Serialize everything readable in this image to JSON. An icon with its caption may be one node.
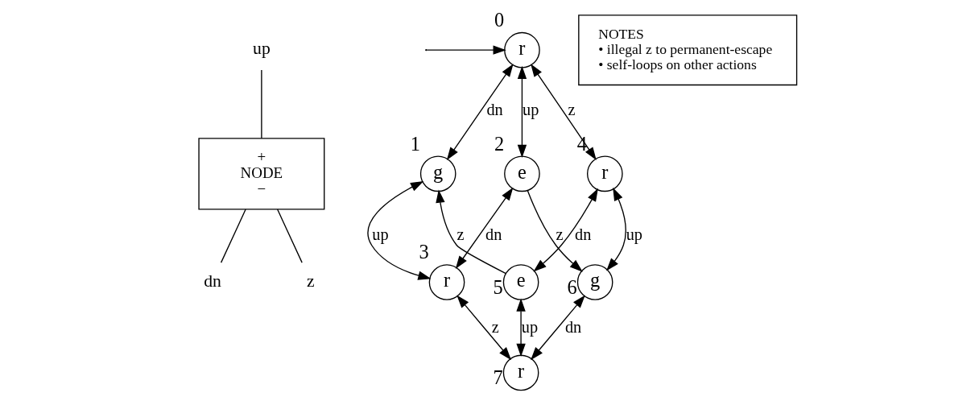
{
  "diagram": {
    "nodes": [
      {
        "text": [
          "r"
        ],
        "beside": [
          "0"
        ]
      },
      {
        "text": [
          "g"
        ],
        "beside": [
          "1"
        ]
      },
      {
        "text": [
          "e"
        ],
        "beside": [
          "2"
        ]
      },
      {
        "text": [
          "r"
        ],
        "beside": [
          "3"
        ]
      },
      {
        "text": [
          "r"
        ],
        "beside": [
          "4"
        ]
      },
      {
        "text": [
          "e"
        ],
        "beside": [
          "5"
        ]
      },
      {
        "text": [
          "g"
        ],
        "beside": [
          "6"
        ]
      },
      {
        "text": [
          "r"
        ],
        "beside": [
          "7"
        ]
      },
      {
        "text": [
          "+",
          "NODE",
          "−"
        ]
      },
      {
        "text": [
          "up"
        ]
      },
      {
        "text": [
          "dn"
        ]
      },
      {
        "text": [
          "z"
        ]
      },
      {
        "text": [
          "NOTES",
          "• illegal z to permanent-escape",
          "• self-loops on other actions"
        ]
      }
    ],
    "edges": [
      {
        "from": null,
        "to": 0,
        "arrow": "to"
      },
      {
        "from": 0,
        "to": 1,
        "label": "dn",
        "arrow": "both"
      },
      {
        "from": 0,
        "to": 4,
        "label": "z",
        "arrow": "both"
      },
      {
        "from": 0,
        "to": 2,
        "label": "up",
        "arrow": "both"
      },
      {
        "from": 5,
        "to": 1,
        "label": "z",
        "arrow": "to"
      },
      {
        "from": 2,
        "to": 6,
        "label": "z",
        "arrow": "to"
      },
      {
        "from": 1,
        "to": 3,
        "label": "up",
        "arrow": "both"
      },
      {
        "from": 5,
        "to": 4,
        "label": "dn",
        "arrow": "both"
      },
      {
        "from": 2,
        "to": 3,
        "label": "dn",
        "arrow": "both"
      },
      {
        "from": 6,
        "to": 4,
        "label": "up",
        "arrow": "both"
      },
      {
        "from": 5,
        "to": 7,
        "label": "up",
        "arrow": "both"
      },
      {
        "from": 3,
        "to": 7,
        "label": "z",
        "arrow": "both"
      },
      {
        "from": 6,
        "to": 7,
        "label": "dn",
        "arrow": "both"
      },
      {
        "from": 9,
        "to": 8,
        "arrow": "none"
      },
      {
        "from": 8,
        "to": 10,
        "arrow": "none"
      },
      {
        "from": 8,
        "to": 11,
        "arrow": "none"
      }
    ]
  }
}
